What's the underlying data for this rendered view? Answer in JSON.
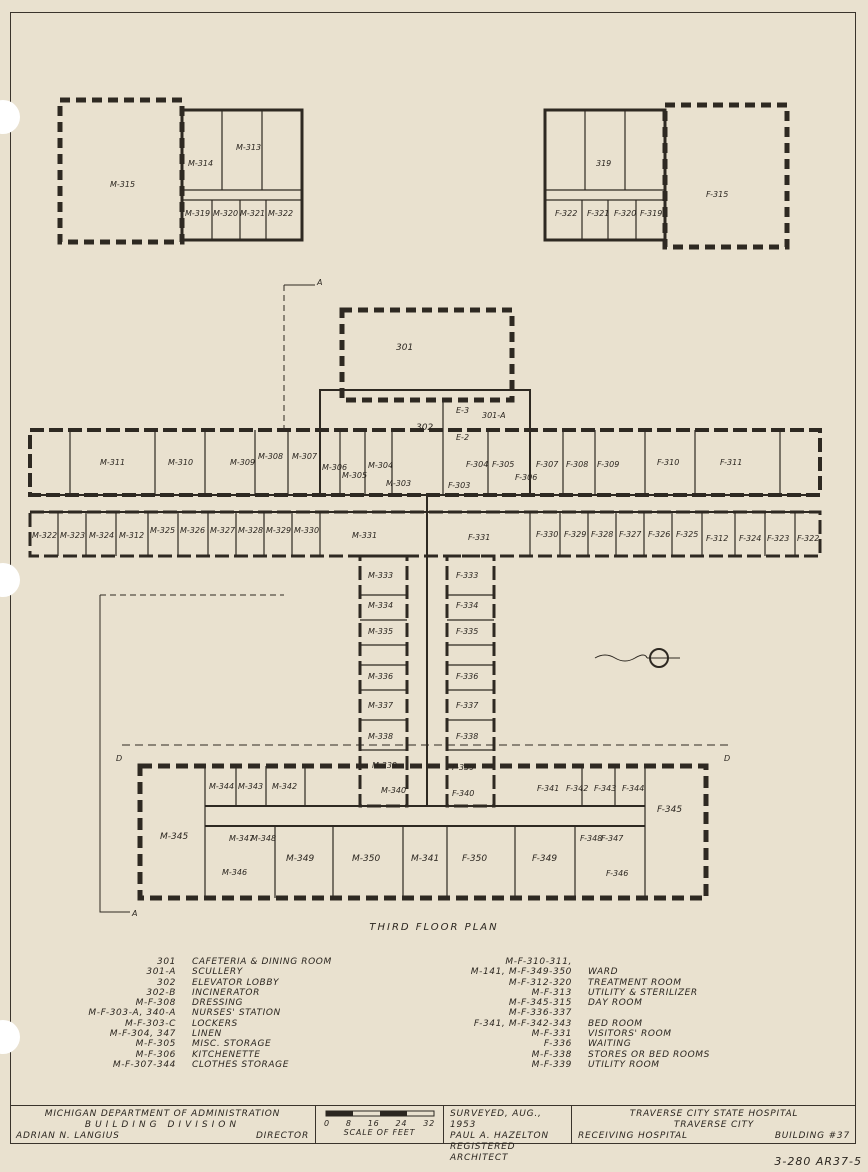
{
  "plan_title": "THIRD FLOOR PLAN",
  "section_markers": {
    "a": "A",
    "d": "D"
  },
  "rooms": {
    "m315": "M-315",
    "m314": "M-314",
    "m313": "M-313",
    "m319": "M-319",
    "m320": "M-320",
    "m321": "M-321",
    "m322": "M-322",
    "f315": "F-315",
    "f319": "F-319",
    "f320": "F-320",
    "f321": "F-321",
    "f322": "F-322",
    "r319": "319",
    "r301": "301",
    "r302": "302",
    "r301a": "301-A",
    "e3": "E-3",
    "e2": "E-2",
    "m311": "M-311",
    "m310": "M-310",
    "m309": "M-309",
    "m308": "M-308",
    "m307": "M-307",
    "m306": "M-306",
    "m305": "M-305",
    "m304": "M-304",
    "m303": "M-303",
    "f311": "F-311",
    "f310": "F-310",
    "f309": "F-309",
    "f308": "F-308",
    "f307": "F-307",
    "f306": "F-306",
    "f305": "F-305",
    "f304": "F-304",
    "f303": "F-303",
    "m323": "M-323",
    "m324": "M-324",
    "m312": "M-312",
    "m325": "M-325",
    "m326": "M-326",
    "m327": "M-327",
    "m328": "M-328",
    "m329": "M-329",
    "m330": "M-330",
    "m331": "M-331",
    "f331": "F-331",
    "f330": "F-330",
    "f329": "F-329",
    "f328": "F-328",
    "f327": "F-327",
    "f326": "F-326",
    "f325": "F-325",
    "f312": "F-312",
    "f324": "F-324",
    "f323": "F-323",
    "f322b": "F-322",
    "m333": "M-333",
    "m334": "M-334",
    "m335": "M-335",
    "m336": "M-336",
    "m337": "M-337",
    "m338": "M-338",
    "m339": "M-339",
    "m340": "M-340",
    "f333": "F-333",
    "f334": "F-334",
    "f335": "F-335",
    "f336": "F-336",
    "f337": "F-337",
    "f338": "F-338",
    "f339": "F-339",
    "f340": "F-340",
    "m345": "M-345",
    "m344": "M-344",
    "m343": "M-343",
    "m342": "M-342",
    "m347": "M-347",
    "m348": "M-348",
    "m346": "M-346",
    "m349": "M-349",
    "m350": "M-350",
    "m341": "M-341",
    "f350": "F-350",
    "f349": "F-349",
    "f341": "F-341",
    "f342": "F-342",
    "f343": "F-343",
    "f344": "F-344",
    "f345": "F-345",
    "f346": "F-346",
    "f347": "F-347",
    "f348": "F-348"
  },
  "legend_left": [
    {
      "code": "301",
      "desc": "CAFETERIA & DINING ROOM"
    },
    {
      "code": "301-A",
      "desc": "SCULLERY"
    },
    {
      "code": "302",
      "desc": "ELEVATOR LOBBY"
    },
    {
      "code": "302-B",
      "desc": "INCINERATOR"
    },
    {
      "code": "M-F-308",
      "desc": "DRESSING"
    },
    {
      "code": "M-F-303-A, 340-A",
      "desc": "NURSES' STATION"
    },
    {
      "code": "M-F-303-C",
      "desc": "LOCKERS"
    },
    {
      "code": "M-F-304, 347",
      "desc": "LINEN"
    },
    {
      "code": "M-F-305",
      "desc": "MISC. STORAGE"
    },
    {
      "code": "M-F-306",
      "desc": "KITCHENETTE"
    },
    {
      "code": "M-F-307-344",
      "desc": "CLOTHES STORAGE"
    }
  ],
  "legend_right": [
    {
      "code": "M-F-310-311,",
      "desc": ""
    },
    {
      "code": "M-141, M-F-349-350",
      "desc": "WARD"
    },
    {
      "code": "M-F-312-320",
      "desc": "TREATMENT ROOM"
    },
    {
      "code": "M-F-313",
      "desc": "UTILITY & STERILIZER"
    },
    {
      "code": "M-F-345-315",
      "desc": "DAY ROOM"
    },
    {
      "code": "M-F-336-337",
      "desc": ""
    },
    {
      "code": "F-341, M-F-342-343",
      "desc": "BED ROOM"
    },
    {
      "code": "M-F-331",
      "desc": "VISITORS' ROOM"
    },
    {
      "code": "F-336",
      "desc": "WAITING"
    },
    {
      "code": "M-F-338",
      "desc": "STORES OR BED ROOMS"
    },
    {
      "code": "M-F-339",
      "desc": "UTILITY ROOM"
    }
  ],
  "title_block": {
    "dept_line1": "MICHIGAN DEPARTMENT OF ADMINISTRATION",
    "dept_line2": "BUILDING DIVISION",
    "director_name": "ADRIAN N. LANGIUS",
    "director_title": "DIRECTOR",
    "scale_ticks": [
      "0",
      "8",
      "16",
      "24",
      "32"
    ],
    "scale_label": "SCALE OF FEET",
    "surveyed": "SURVEYED, AUG., 1953",
    "architect_name": "PAUL A. HAZELTON",
    "architect_title": "REGISTERED ARCHITECT",
    "hospital_line1": "TRAVERSE CITY STATE HOSPITAL",
    "hospital_line2": "TRAVERSE CITY",
    "hospital_line3": "RECEIVING HOSPITAL",
    "building": "BUILDING #37"
  },
  "sheet_number": "3-280 AR37-5"
}
